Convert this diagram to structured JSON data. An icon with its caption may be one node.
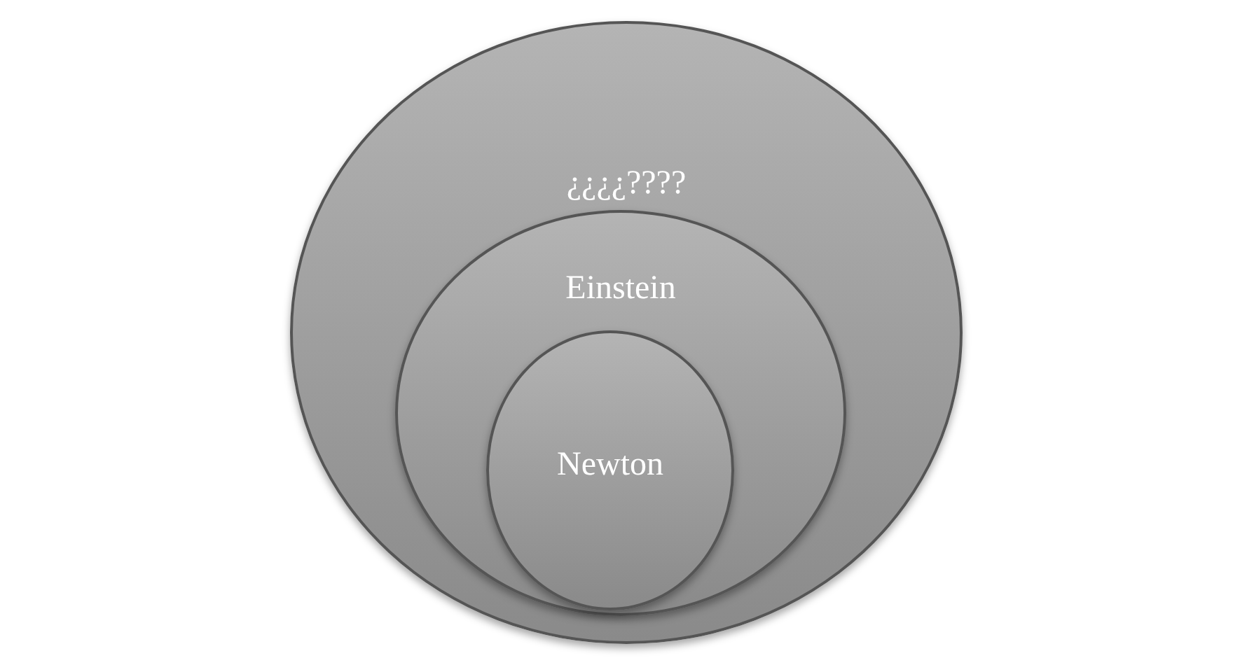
{
  "diagram": {
    "nodes": [
      {
        "text": [
          "¿¿¿¿????"
        ]
      },
      {
        "text": [
          "Einstein"
        ],
        "in": 0
      },
      {
        "text": [
          "Newton"
        ],
        "in": 1
      }
    ]
  }
}
